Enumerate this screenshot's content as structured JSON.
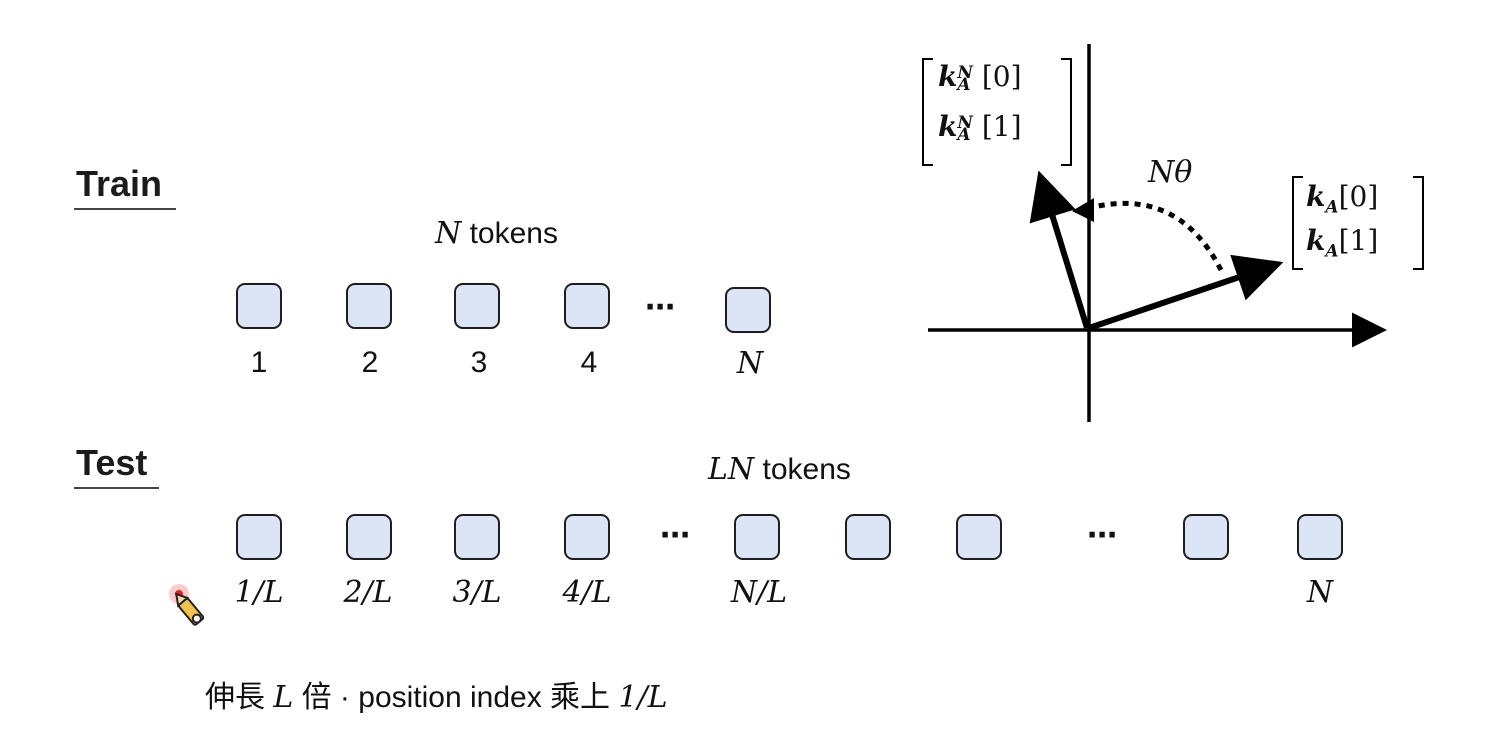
{
  "train": {
    "heading": "Train",
    "count_var": "N",
    "count_text": " tokens",
    "positions": [
      "1",
      "2",
      "3",
      "4",
      "N"
    ],
    "ellipsis": "⋯"
  },
  "test": {
    "heading": "Test",
    "count_var": "LN",
    "count_text": " tokens",
    "positions": [
      "1/L",
      "2/L",
      "3/L",
      "4/L",
      "N/L",
      "N"
    ],
    "ellipsis": "⋯"
  },
  "rotation": {
    "angle_label": "Nθ",
    "vector_original": {
      "row0": "k",
      "row0_sub": "A",
      "row0_idx": "[0]",
      "row1_idx": "[1]"
    },
    "vector_rotated": {
      "sup": "N",
      "sub": "A",
      "row0_idx": "[0]",
      "row1_idx": "[1]"
    }
  },
  "caption": {
    "part1": "伸長 ",
    "var": "L",
    "part2": " 倍 · position index 乘上 ",
    "part3": "1/L"
  },
  "colors": {
    "token_fill": "#dbe5f6",
    "stroke": "#000000",
    "cursor_dot": "#e0202a"
  },
  "icons": [
    "pencil-cursor-icon"
  ]
}
